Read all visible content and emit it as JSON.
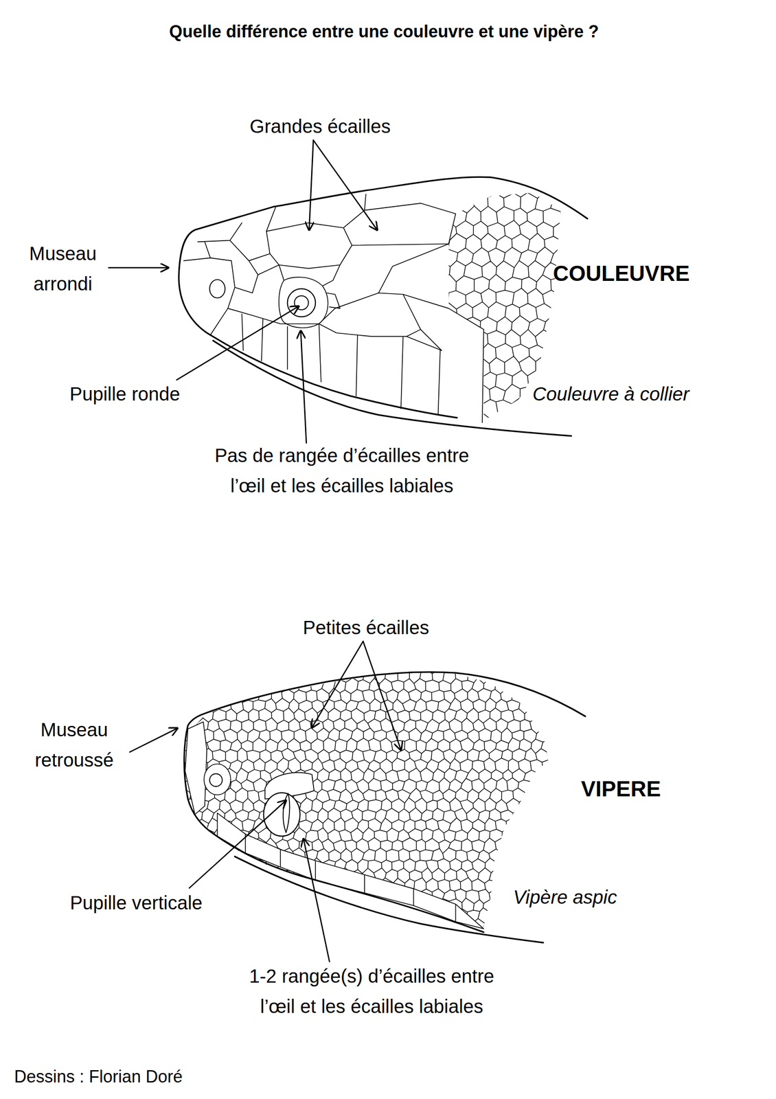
{
  "diagram": {
    "title": "Quelle différence entre une couleuvre et une vipère ?",
    "caption": "Dessins : Florian Doré",
    "labels": [
      "Grandes écailles",
      "Museau arrondi",
      "COULEUVRE",
      "Pupille ronde",
      "Pas de rangée d’écailles entre l’œil et les écailles labiales",
      "Couleuvre à collier",
      "Petites écailles",
      "Museau retroussé",
      "VIPERE",
      "Pupille verticale",
      "Vipère aspic",
      "1-2 rangée(s) d’écailles entre l’œil et les écailles labiales"
    ]
  }
}
